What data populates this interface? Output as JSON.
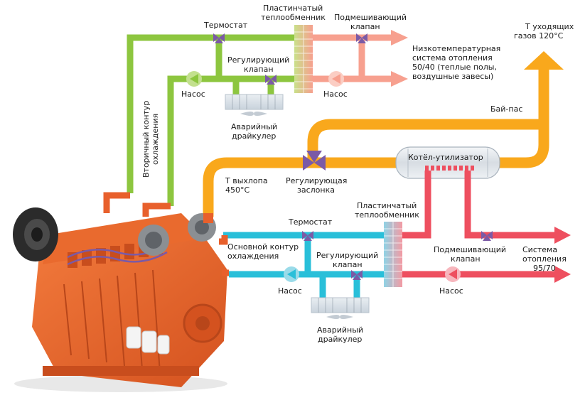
{
  "secondary": {
    "thermostat": "Термостат",
    "heat_exchanger": [
      "Пластинчатый",
      "теплообменник"
    ],
    "mixing_valve": [
      "Подмешивающий",
      "клапан"
    ],
    "control_valve": [
      "Регулирующий",
      "клапан"
    ],
    "pump_left": "Насос",
    "pump_right": "Насос",
    "drycooler": [
      "Аварийный",
      "драйкулер"
    ],
    "loop": [
      "Вторичный контур",
      "охлаждения"
    ],
    "low_temp_heating": [
      "Низкотемпературная",
      "система отопления",
      "50/40 (теплые полы,",
      "воздушные завесы)"
    ]
  },
  "exhaust": {
    "outgoing_gas": [
      "Т уходящих",
      "газов 120°C"
    ],
    "bypass": "Бай-пас",
    "boiler": "Котёл-утилизатор",
    "exhaust_temp": [
      "Т выхлопа",
      "450°C"
    ],
    "damper": [
      "Регулирующая",
      "заслонка"
    ]
  },
  "primary": {
    "heat_exchanger": [
      "Пластинчатый",
      "теплообменник"
    ],
    "thermostat": "Термостат",
    "loop": [
      "Основной контур",
      "охлаждения"
    ],
    "control_valve": [
      "Регулирующий",
      "клапан"
    ],
    "mixing_valve": [
      "Подмешивающий",
      "клапан"
    ],
    "pump_left": "Насос",
    "pump_right": "Насос",
    "heating": [
      "Система",
      "отопления",
      "95/70"
    ],
    "drycooler": [
      "Аварийный",
      "драйкулер"
    ]
  },
  "colors": {
    "green": "#8dc63f",
    "salmon": "#f7a08f",
    "orange": "#f9a81c",
    "cyan": "#29bfd9",
    "red": "#ee4f5f",
    "valve": "#7b5aa6",
    "engine": "#e8602c"
  }
}
